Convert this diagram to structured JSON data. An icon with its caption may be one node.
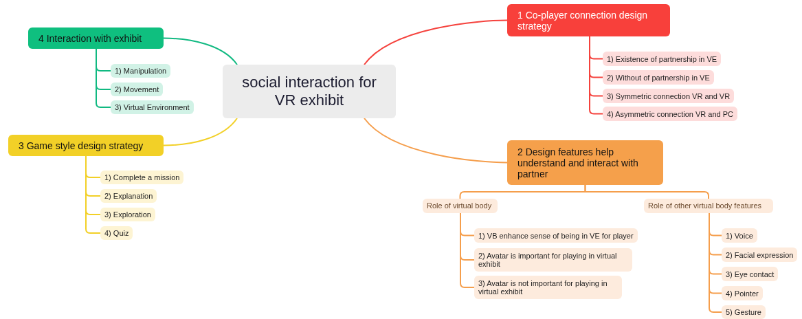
{
  "diagram": {
    "nodes": [
      {
        "text": [
          "social interaction for VR exhibit"
        ]
      },
      {
        "text": [
          "4 Interaction with exhibit"
        ]
      },
      {
        "text": [
          "1) Manipulation"
        ]
      },
      {
        "text": [
          "2) Movement"
        ]
      },
      {
        "text": [
          "3) Virtual Environment"
        ]
      },
      {
        "text": [
          "1 Co-player connection design strategy"
        ]
      },
      {
        "text": [
          "1) Existence of partnership in VE"
        ]
      },
      {
        "text": [
          "2) Without of partnership in VE"
        ]
      },
      {
        "text": [
          "3) Symmetric connection VR and VR"
        ]
      },
      {
        "text": [
          "4) Asymmetric connection VR and PC"
        ]
      },
      {
        "text": [
          "3 Game style design strategy"
        ]
      },
      {
        "text": [
          "1) Complete a mission"
        ]
      },
      {
        "text": [
          "2) Explanation"
        ]
      },
      {
        "text": [
          "3) Exploration"
        ]
      },
      {
        "text": [
          "4) Quiz"
        ]
      },
      {
        "text": [
          "2 Design features help understand and interact with partner"
        ]
      },
      {
        "text": [
          "Role of virtual body"
        ]
      },
      {
        "text": [
          "1) VB enhance sense of being in VE for player"
        ]
      },
      {
        "text": [
          "2) Avatar is important for playing in virtual exhibit"
        ]
      },
      {
        "text": [
          "3) Avatar is not important for playing in virtual exhibit"
        ]
      },
      {
        "text": [
          "Role of other virtual body features"
        ]
      },
      {
        "text": [
          "1) Voice"
        ]
      },
      {
        "text": [
          "2) Facial expression"
        ]
      },
      {
        "text": [
          "3) Eye contact"
        ]
      },
      {
        "text": [
          "4) Pointer"
        ]
      },
      {
        "text": [
          "5) Gesture"
        ]
      }
    ],
    "edges": [
      {
        "from": 0,
        "to": 1,
        "arrow": "none",
        "color": "#10b981"
      },
      {
        "from": 1,
        "to": 2,
        "arrow": "none",
        "color": "#10b981"
      },
      {
        "from": 1,
        "to": 3,
        "arrow": "none",
        "color": "#10b981"
      },
      {
        "from": 1,
        "to": 4,
        "arrow": "none",
        "color": "#10b981"
      },
      {
        "from": 0,
        "to": 5,
        "arrow": "none",
        "color": "#f5423d"
      },
      {
        "from": 5,
        "to": 6,
        "arrow": "none",
        "color": "#f5423d"
      },
      {
        "from": 5,
        "to": 7,
        "arrow": "none",
        "color": "#f5423d"
      },
      {
        "from": 5,
        "to": 8,
        "arrow": "none",
        "color": "#f5423d"
      },
      {
        "from": 5,
        "to": 9,
        "arrow": "none",
        "color": "#f5423d"
      },
      {
        "from": 0,
        "to": 10,
        "arrow": "none",
        "color": "#f2d027"
      },
      {
        "from": 10,
        "to": 11,
        "arrow": "none",
        "color": "#f2d027"
      },
      {
        "from": 10,
        "to": 12,
        "arrow": "none",
        "color": "#f2d027"
      },
      {
        "from": 10,
        "to": 13,
        "arrow": "none",
        "color": "#f2d027"
      },
      {
        "from": 10,
        "to": 14,
        "arrow": "none",
        "color": "#f2d027"
      },
      {
        "from": 0,
        "to": 15,
        "arrow": "none"
      },
      {
        "from": 15,
        "to": 16,
        "arrow": "none"
      },
      {
        "from": 16,
        "to": 17,
        "arrow": "none"
      },
      {
        "from": 16,
        "to": 18,
        "arrow": "none"
      },
      {
        "from": 16,
        "to": 19,
        "arrow": "none"
      },
      {
        "from": 15,
        "to": 20,
        "arrow": "none"
      },
      {
        "from": 20,
        "to": 21,
        "arrow": "none"
      },
      {
        "from": 20,
        "to": 22,
        "arrow": "none"
      },
      {
        "from": 20,
        "to": 23,
        "arrow": "none"
      },
      {
        "from": 20,
        "to": 24,
        "arrow": "none"
      },
      {
        "from": 20,
        "to": 25,
        "arrow": "none"
      }
    ]
  }
}
